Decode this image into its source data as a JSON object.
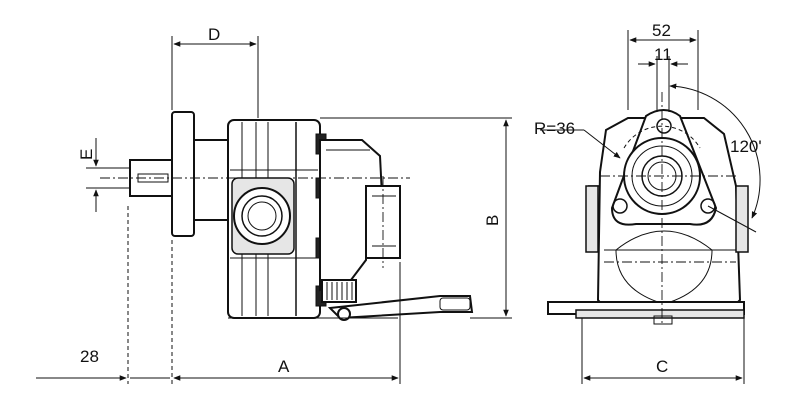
{
  "dimensions": {
    "D": "D",
    "E": "E",
    "B": "B",
    "A": "A",
    "offset_28": "28",
    "C": "C",
    "width_52": "52",
    "width_11": "11",
    "radius": "R=36",
    "angle": "120'"
  }
}
